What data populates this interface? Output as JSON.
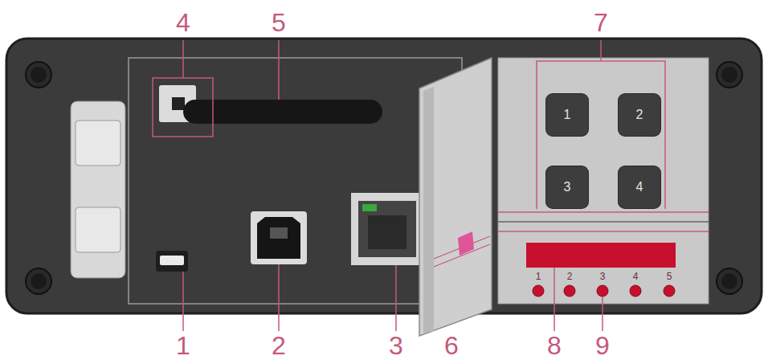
{
  "diagram": {
    "nodes": [
      {
        "text": [
          "1"
        ]
      },
      {
        "text": [
          "2"
        ]
      },
      {
        "text": [
          "3"
        ]
      },
      {
        "text": [
          "4"
        ]
      }
    ],
    "labels": [
      "4",
      "5",
      "7",
      "1",
      "2",
      "3",
      "6",
      "8",
      "9",
      "1",
      "2",
      "3",
      "4",
      "5"
    ]
  }
}
